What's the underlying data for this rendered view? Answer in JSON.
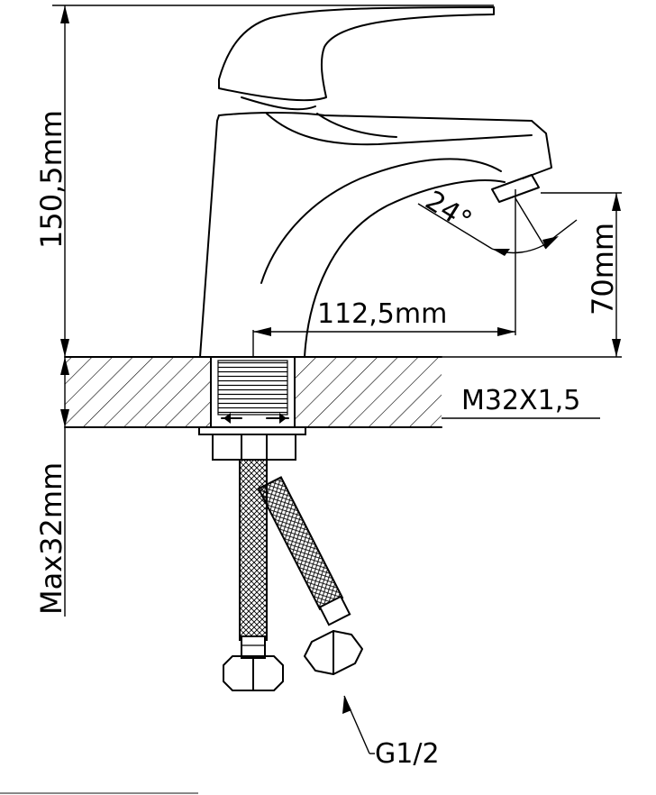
{
  "labels": {
    "height_total": "150,5mm",
    "spout_reach": "112,5mm",
    "spout_height": "70mm",
    "thread": "M32X1,5",
    "max_thickness": "Max32mm",
    "connection": "G1/2",
    "angle": "24°"
  }
}
